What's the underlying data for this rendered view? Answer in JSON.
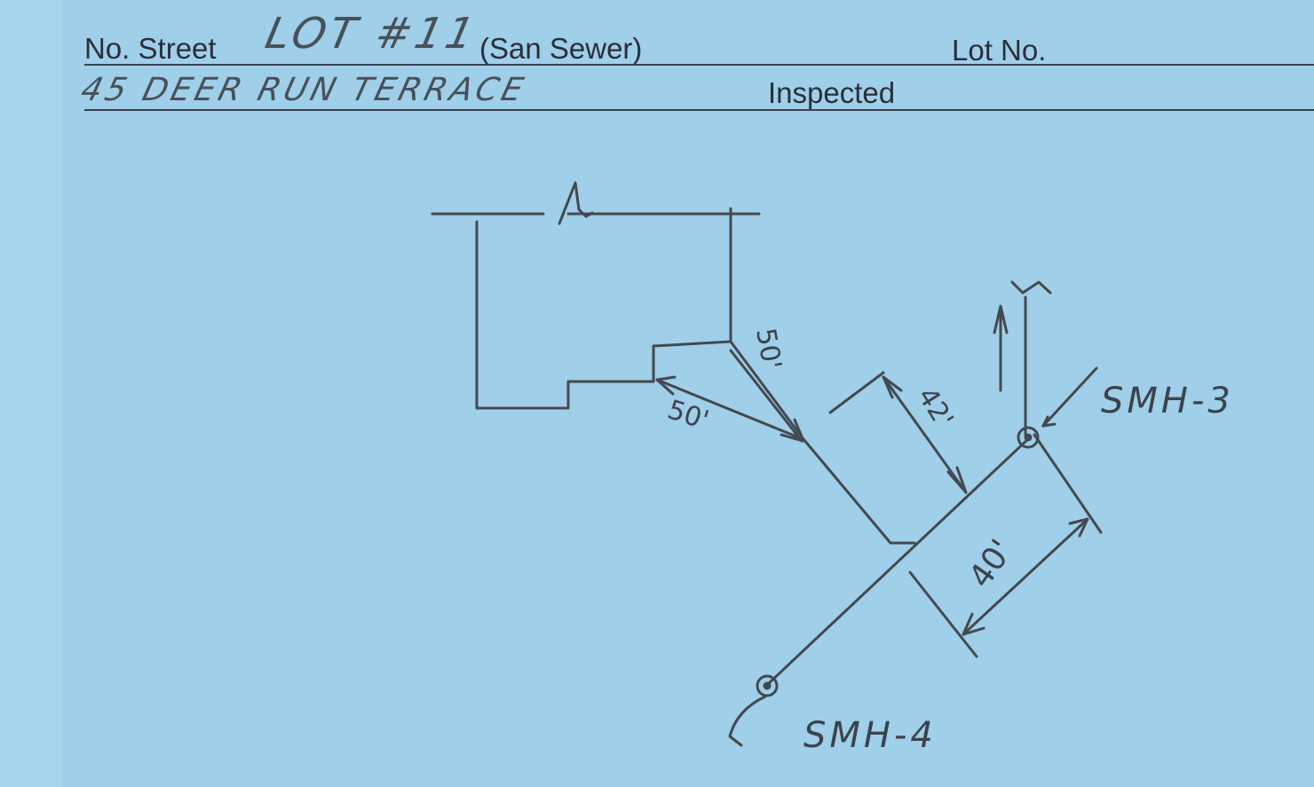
{
  "form": {
    "street_label": "No. Street",
    "lot_no_label": "Lot No.",
    "inspected_label": "Inspected",
    "street_note": "(San Sewer)"
  },
  "handwriting": {
    "lot_entry": "LOT #11",
    "address_entry": "45 DEER RUN TERRACE"
  },
  "sketch": {
    "dim_1": "50'",
    "dim_2": "50'",
    "dim_3": "42'",
    "dim_4": "40'",
    "manhole_north": "SMH-3",
    "manhole_south": "SMH-4"
  },
  "colors": {
    "card": "#9fcfe9",
    "print": "#2b2f3a",
    "pencil": "#44494f"
  }
}
